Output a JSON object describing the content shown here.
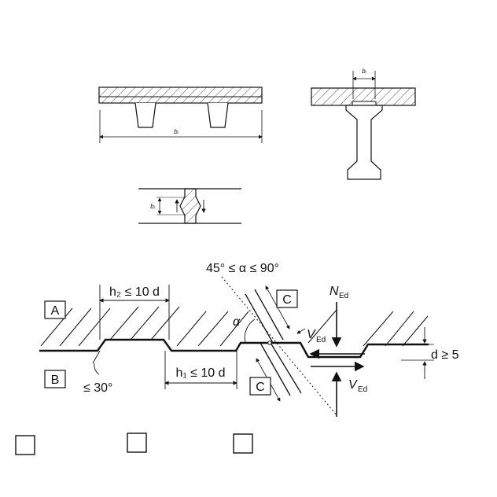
{
  "diagram": {
    "top_left_width": "bᵢ",
    "top_right_width": "bᵢ",
    "joint_width": "bᵢ",
    "angle_range": "45° ≤ α ≤ 90°",
    "h2_label": "h₂ ≤ 10 d",
    "h1_label": "h₁ ≤ 10 d",
    "angle_symbol": "α",
    "slope_label": "≤ 30°",
    "depth_label": "d ≥ 5",
    "normal_force": {
      "symbol": "N",
      "sub": "Ed"
    },
    "shear_upper": {
      "symbol": "V",
      "sub": "Ed"
    },
    "shear_lower": {
      "symbol": "V",
      "sub": "Ed"
    },
    "box_A": "A",
    "box_B": "B",
    "box_C_upper": "C",
    "box_C_lower": "C"
  },
  "checkboxes": [
    {
      "checked": false
    },
    {
      "checked": false
    },
    {
      "checked": false
    }
  ]
}
